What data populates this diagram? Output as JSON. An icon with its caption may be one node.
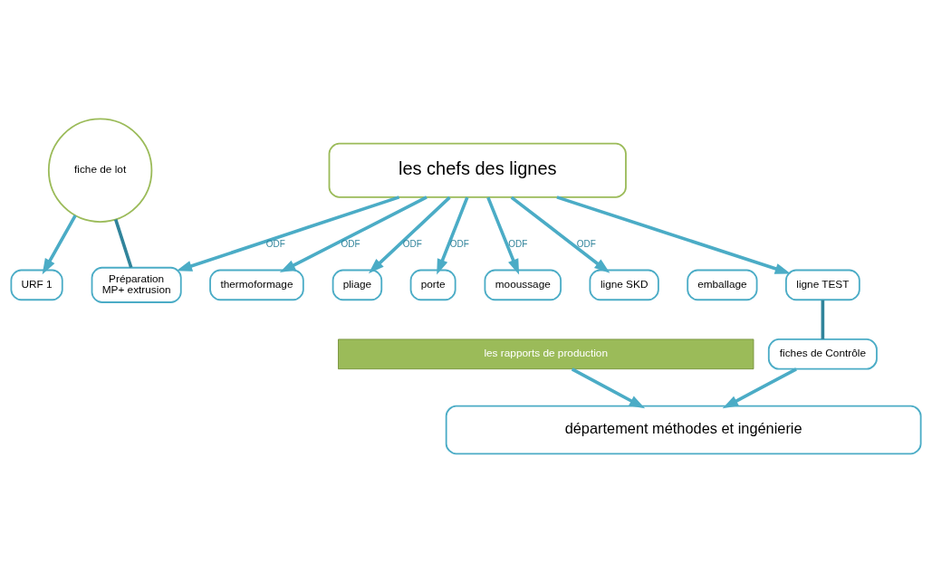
{
  "diagram": {
    "nodes": [
      {
        "text": [
          "les chefs des lignes"
        ]
      },
      {
        "text": [
          "fiche de lot"
        ]
      },
      {
        "text": [
          "URF 1"
        ]
      },
      {
        "text": [
          "Préparation",
          "MP+ extrusion"
        ]
      },
      {
        "text": [
          "thermoformage"
        ]
      },
      {
        "text": [
          "pliage"
        ]
      },
      {
        "text": [
          "porte"
        ]
      },
      {
        "text": [
          "mooussage"
        ]
      },
      {
        "text": [
          "ligne SKD"
        ]
      },
      {
        "text": [
          "emballage"
        ]
      },
      {
        "text": [
          "ligne TEST"
        ]
      },
      {
        "text": [
          "fiches de Contrôle"
        ]
      },
      {
        "text": [
          "les rapports de production"
        ]
      },
      {
        "text": [
          "département méthodes et ingénierie"
        ]
      }
    ],
    "edges": [
      {
        "from": 3,
        "to": 1,
        "arrow": "none",
        "color": "#31849b"
      },
      {
        "from": 1,
        "to": 2,
        "arrow": "to"
      },
      {
        "from": 0,
        "to": 3,
        "arrow": "to",
        "label": "ODF"
      },
      {
        "from": 0,
        "to": 4,
        "arrow": "to",
        "label": "ODF"
      },
      {
        "from": 0,
        "to": 5,
        "arrow": "to",
        "label": "ODF"
      },
      {
        "from": 0,
        "to": 6,
        "arrow": "to",
        "label": "ODF"
      },
      {
        "from": 0,
        "to": 7,
        "arrow": "to",
        "label": "ODF"
      },
      {
        "from": 0,
        "to": 8,
        "arrow": "to",
        "label": "ODF"
      },
      {
        "from": 0,
        "to": 10,
        "arrow": "to"
      },
      {
        "from": 10,
        "to": 11,
        "arrow": "none",
        "color": "#31849b"
      },
      {
        "from": 11,
        "to": 13,
        "arrow": "to"
      },
      {
        "from": 12,
        "to": 13,
        "arrow": "to"
      }
    ]
  }
}
